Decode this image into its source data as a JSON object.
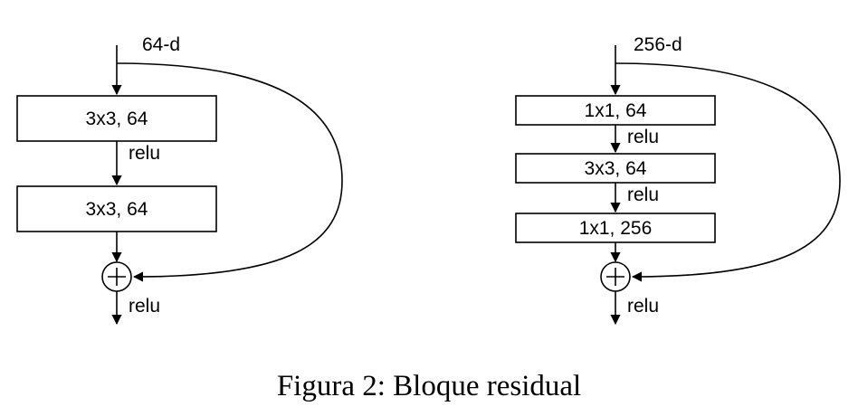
{
  "blocks": {
    "basic": {
      "input_label": "64-d",
      "layers": [
        "3x3, 64",
        "3x3, 64"
      ],
      "relu_between": [
        "relu"
      ],
      "output_relu": "relu"
    },
    "bottleneck": {
      "input_label": "256-d",
      "layers": [
        "1x1, 64",
        "3x3, 64",
        "1x1, 256"
      ],
      "relu_between": [
        "relu",
        "relu"
      ],
      "output_relu": "relu"
    }
  },
  "caption": "Figura 2: Bloque residual"
}
